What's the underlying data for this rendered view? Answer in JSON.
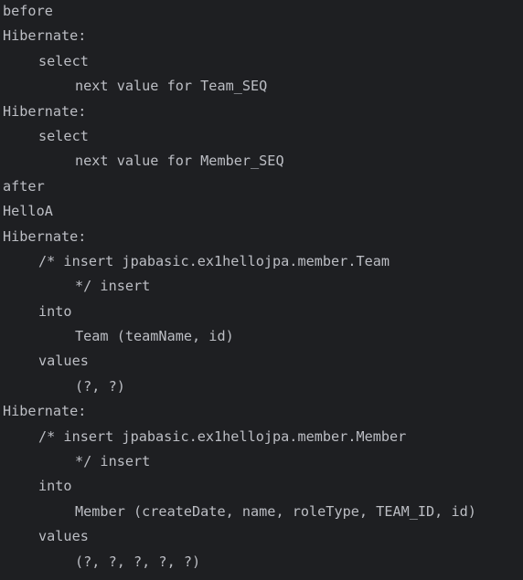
{
  "console": {
    "lines": [
      {
        "text": "before",
        "indent": 0
      },
      {
        "text": "Hibernate:",
        "indent": 0
      },
      {
        "text": "select",
        "indent": 1
      },
      {
        "text": "next value for Team_SEQ",
        "indent": 2
      },
      {
        "text": "Hibernate:",
        "indent": 0
      },
      {
        "text": "select",
        "indent": 1
      },
      {
        "text": "next value for Member_SEQ",
        "indent": 2
      },
      {
        "text": "after",
        "indent": 0
      },
      {
        "text": "HelloA",
        "indent": 0
      },
      {
        "text": "Hibernate:",
        "indent": 0
      },
      {
        "text": "/* insert jpabasic.ex1hellojpa.member.Team",
        "indent": 1
      },
      {
        "text": "*/ insert",
        "indent": 2
      },
      {
        "text": "into",
        "indent": 1
      },
      {
        "text": "Team (teamName, id)",
        "indent": 2
      },
      {
        "text": "values",
        "indent": 1
      },
      {
        "text": "(?, ?)",
        "indent": 2
      },
      {
        "text": "Hibernate:",
        "indent": 0
      },
      {
        "text": "/* insert jpabasic.ex1hellojpa.member.Member",
        "indent": 1
      },
      {
        "text": "*/ insert",
        "indent": 2
      },
      {
        "text": "into",
        "indent": 1
      },
      {
        "text": "Member (createDate, name, roleType, TEAM_ID, id)",
        "indent": 2
      },
      {
        "text": "values",
        "indent": 1
      },
      {
        "text": "(?, ?, ?, ?, ?)",
        "indent": 2
      }
    ]
  }
}
